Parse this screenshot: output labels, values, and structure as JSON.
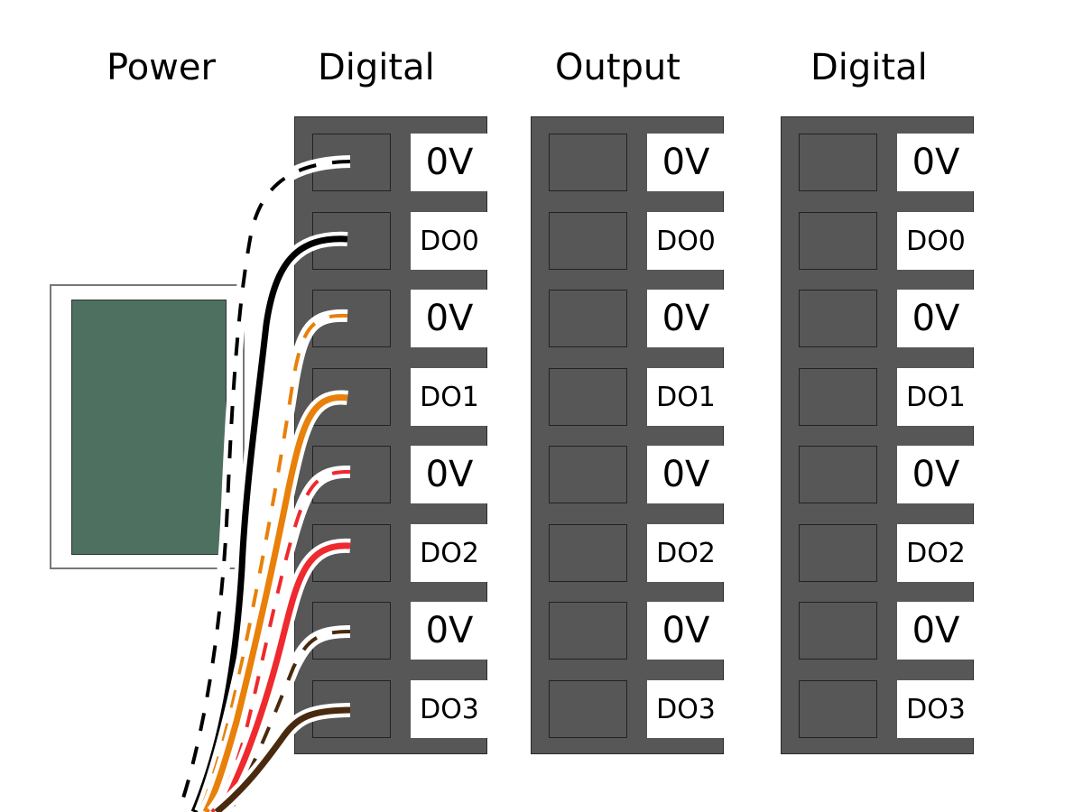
{
  "titles": {
    "power": "Power",
    "module1": "Digital",
    "module2": "Output",
    "module3": "Digital"
  },
  "power_module": {
    "name": "Power",
    "color": "#4e7060"
  },
  "modules": [
    {
      "name": "Digital",
      "terminals": [
        "0V",
        "DO0",
        "0V",
        "DO1",
        "0V",
        "DO2",
        "0V",
        "DO3"
      ]
    },
    {
      "name": "Output",
      "terminals": [
        "0V",
        "DO0",
        "0V",
        "DO1",
        "0V",
        "DO2",
        "0V",
        "DO3"
      ]
    },
    {
      "name": "Digital",
      "terminals": [
        "0V",
        "DO0",
        "0V",
        "DO1",
        "0V",
        "DO2",
        "0V",
        "DO3"
      ]
    }
  ],
  "wires": [
    {
      "terminal": "0V",
      "color": "#000000",
      "style": "dashed"
    },
    {
      "terminal": "DO0",
      "color": "#000000",
      "style": "solid"
    },
    {
      "terminal": "0V",
      "color": "#e8800a",
      "style": "dashed"
    },
    {
      "terminal": "DO1",
      "color": "#e8800a",
      "style": "solid"
    },
    {
      "terminal": "0V",
      "color": "#ee2a2f",
      "style": "dashed"
    },
    {
      "terminal": "DO2",
      "color": "#ee2a2f",
      "style": "solid"
    },
    {
      "terminal": "0V",
      "color": "#4a2a0e",
      "style": "dashed"
    },
    {
      "terminal": "DO3",
      "color": "#4a2a0e",
      "style": "solid"
    }
  ],
  "colors": {
    "module_body": "#575757",
    "label_bg": "#ffffff"
  }
}
